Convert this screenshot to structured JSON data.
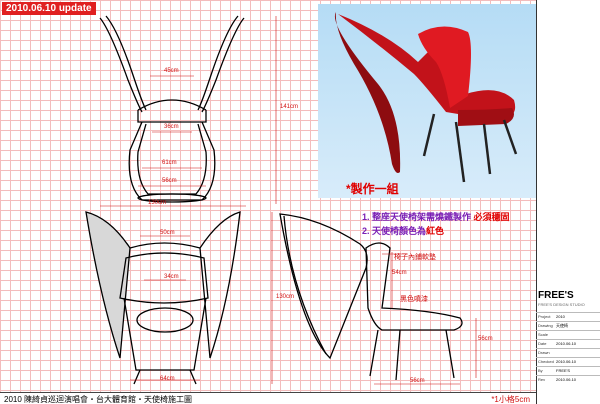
{
  "badge": "2010.06.10 update",
  "render": {
    "caption": "*製作一組"
  },
  "notes": {
    "n1_prefix": "1. 整座天使椅架需燒鐵製作",
    "n1_red": "必須穩固",
    "n2_prefix": "2. 天使椅顏色為",
    "n2_red": "紅色"
  },
  "annotations": {
    "cushion": "椅子內鋪軟墊",
    "black_paint": "黑色噴漆"
  },
  "dimensions": {
    "front_45": "45cm",
    "front_36": "36cm",
    "front_61": "61cm",
    "front_56": "56cm",
    "height_141": "141cm",
    "width_130": "130cm",
    "top_50": "50cm",
    "top_34": "34cm",
    "top_64": "64cm",
    "top_130": "130cm",
    "side_54": "54cm",
    "side_56h": "56cm",
    "side_56w": "56cm"
  },
  "footer": {
    "title": "2010  陳綺貞巡迴演唱會‧台大體育館‧天使椅施工圖",
    "scale": "*1小格5cm"
  },
  "title_block": {
    "logo": "FREE'S",
    "logo_sub": "FREE'S DESIGN STUDIO",
    "rows": [
      {
        "label": "Project",
        "value": "2010"
      },
      {
        "label": "Drawing",
        "value": "天使椅"
      },
      {
        "label": "Scale",
        "value": ""
      },
      {
        "label": "Date",
        "value": "2010.06.10"
      },
      {
        "label": "Drawn",
        "value": ""
      },
      {
        "label": "Checked",
        "value": "2010.06.10"
      },
      {
        "label": "By",
        "value": "FREE'S"
      },
      {
        "label": "Rev",
        "value": "2010.06.10"
      }
    ]
  }
}
